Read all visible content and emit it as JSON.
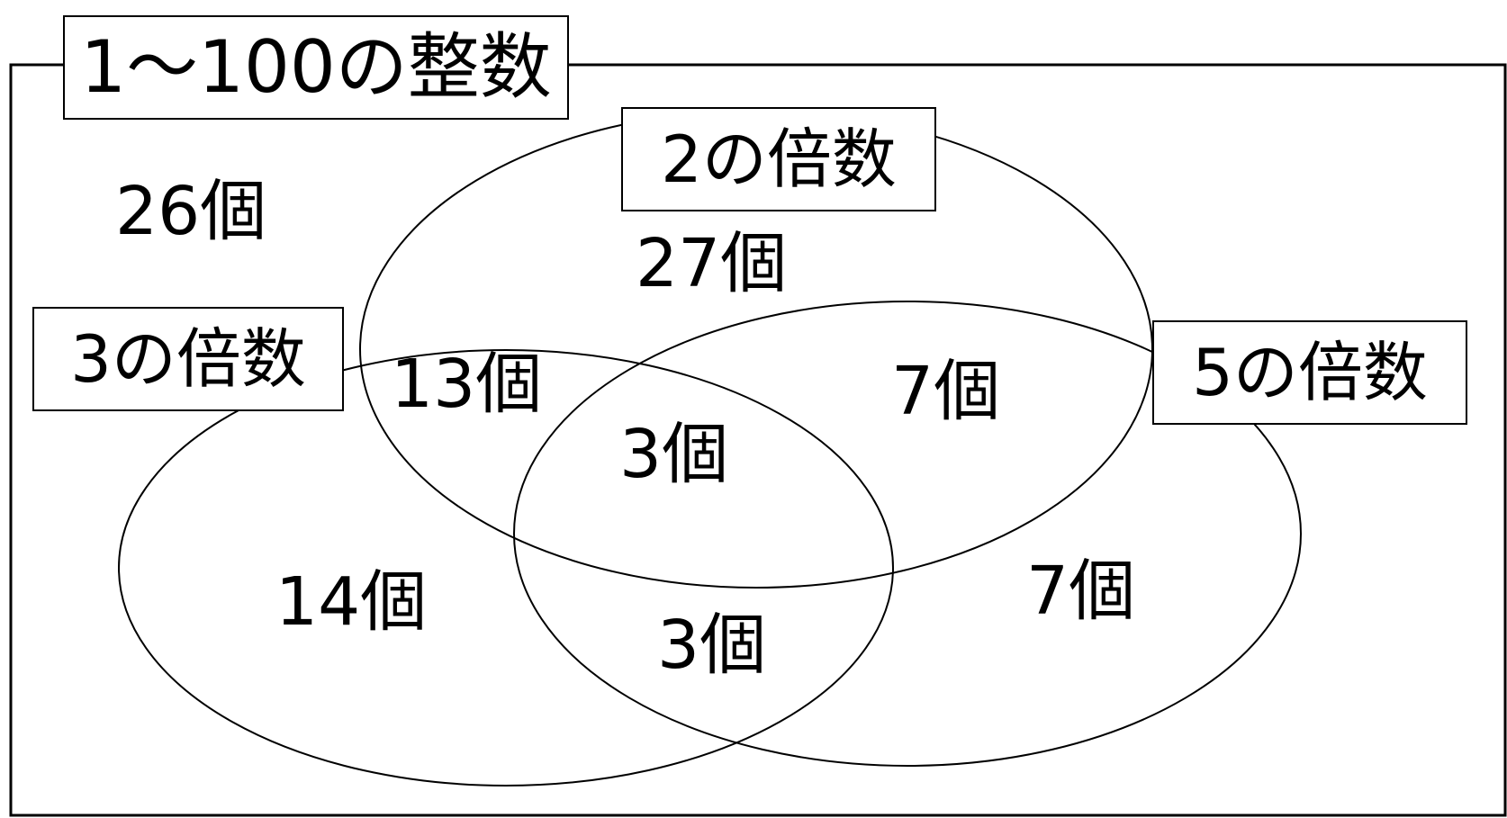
{
  "universe": {
    "label": "1〜100の整数"
  },
  "sets": [
    {
      "id": "a",
      "label": "2の倍数"
    },
    {
      "id": "b",
      "label": "3の倍数"
    },
    {
      "id": "c",
      "label": "5の倍数"
    }
  ],
  "regions": {
    "outside": "26個",
    "a_only": "27個",
    "a_b": "13個",
    "a_b_c": "3個",
    "a_c": "7個",
    "b_only": "14個",
    "b_c": "3個",
    "c_only": "7個"
  },
  "colors": {
    "stroke": "#000000",
    "background": "#ffffff"
  }
}
